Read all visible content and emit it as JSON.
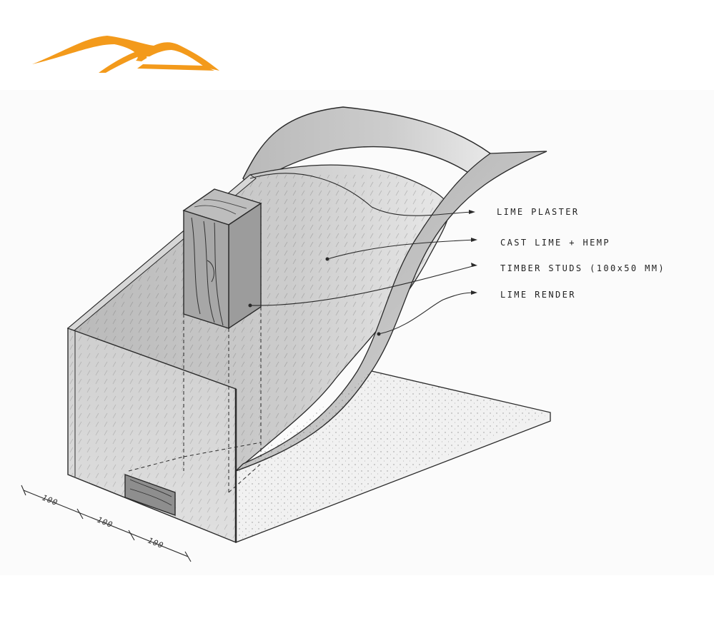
{
  "diagram": {
    "labels": [
      {
        "id": "lime-plaster",
        "text": "LIME PLASTER"
      },
      {
        "id": "cast-lime-hemp",
        "text": "CAST LIME + HEMP"
      },
      {
        "id": "timber-studs",
        "text": "TIMBER STUDS  (100x50 MM)"
      },
      {
        "id": "lime-render",
        "text": "LIME RENDER"
      }
    ],
    "dimensions": [
      "100",
      "100",
      "100"
    ]
  },
  "colors": {
    "logo": "#F39A1B",
    "ink": "#2a2a2a",
    "shade": "#c9c9c9"
  }
}
